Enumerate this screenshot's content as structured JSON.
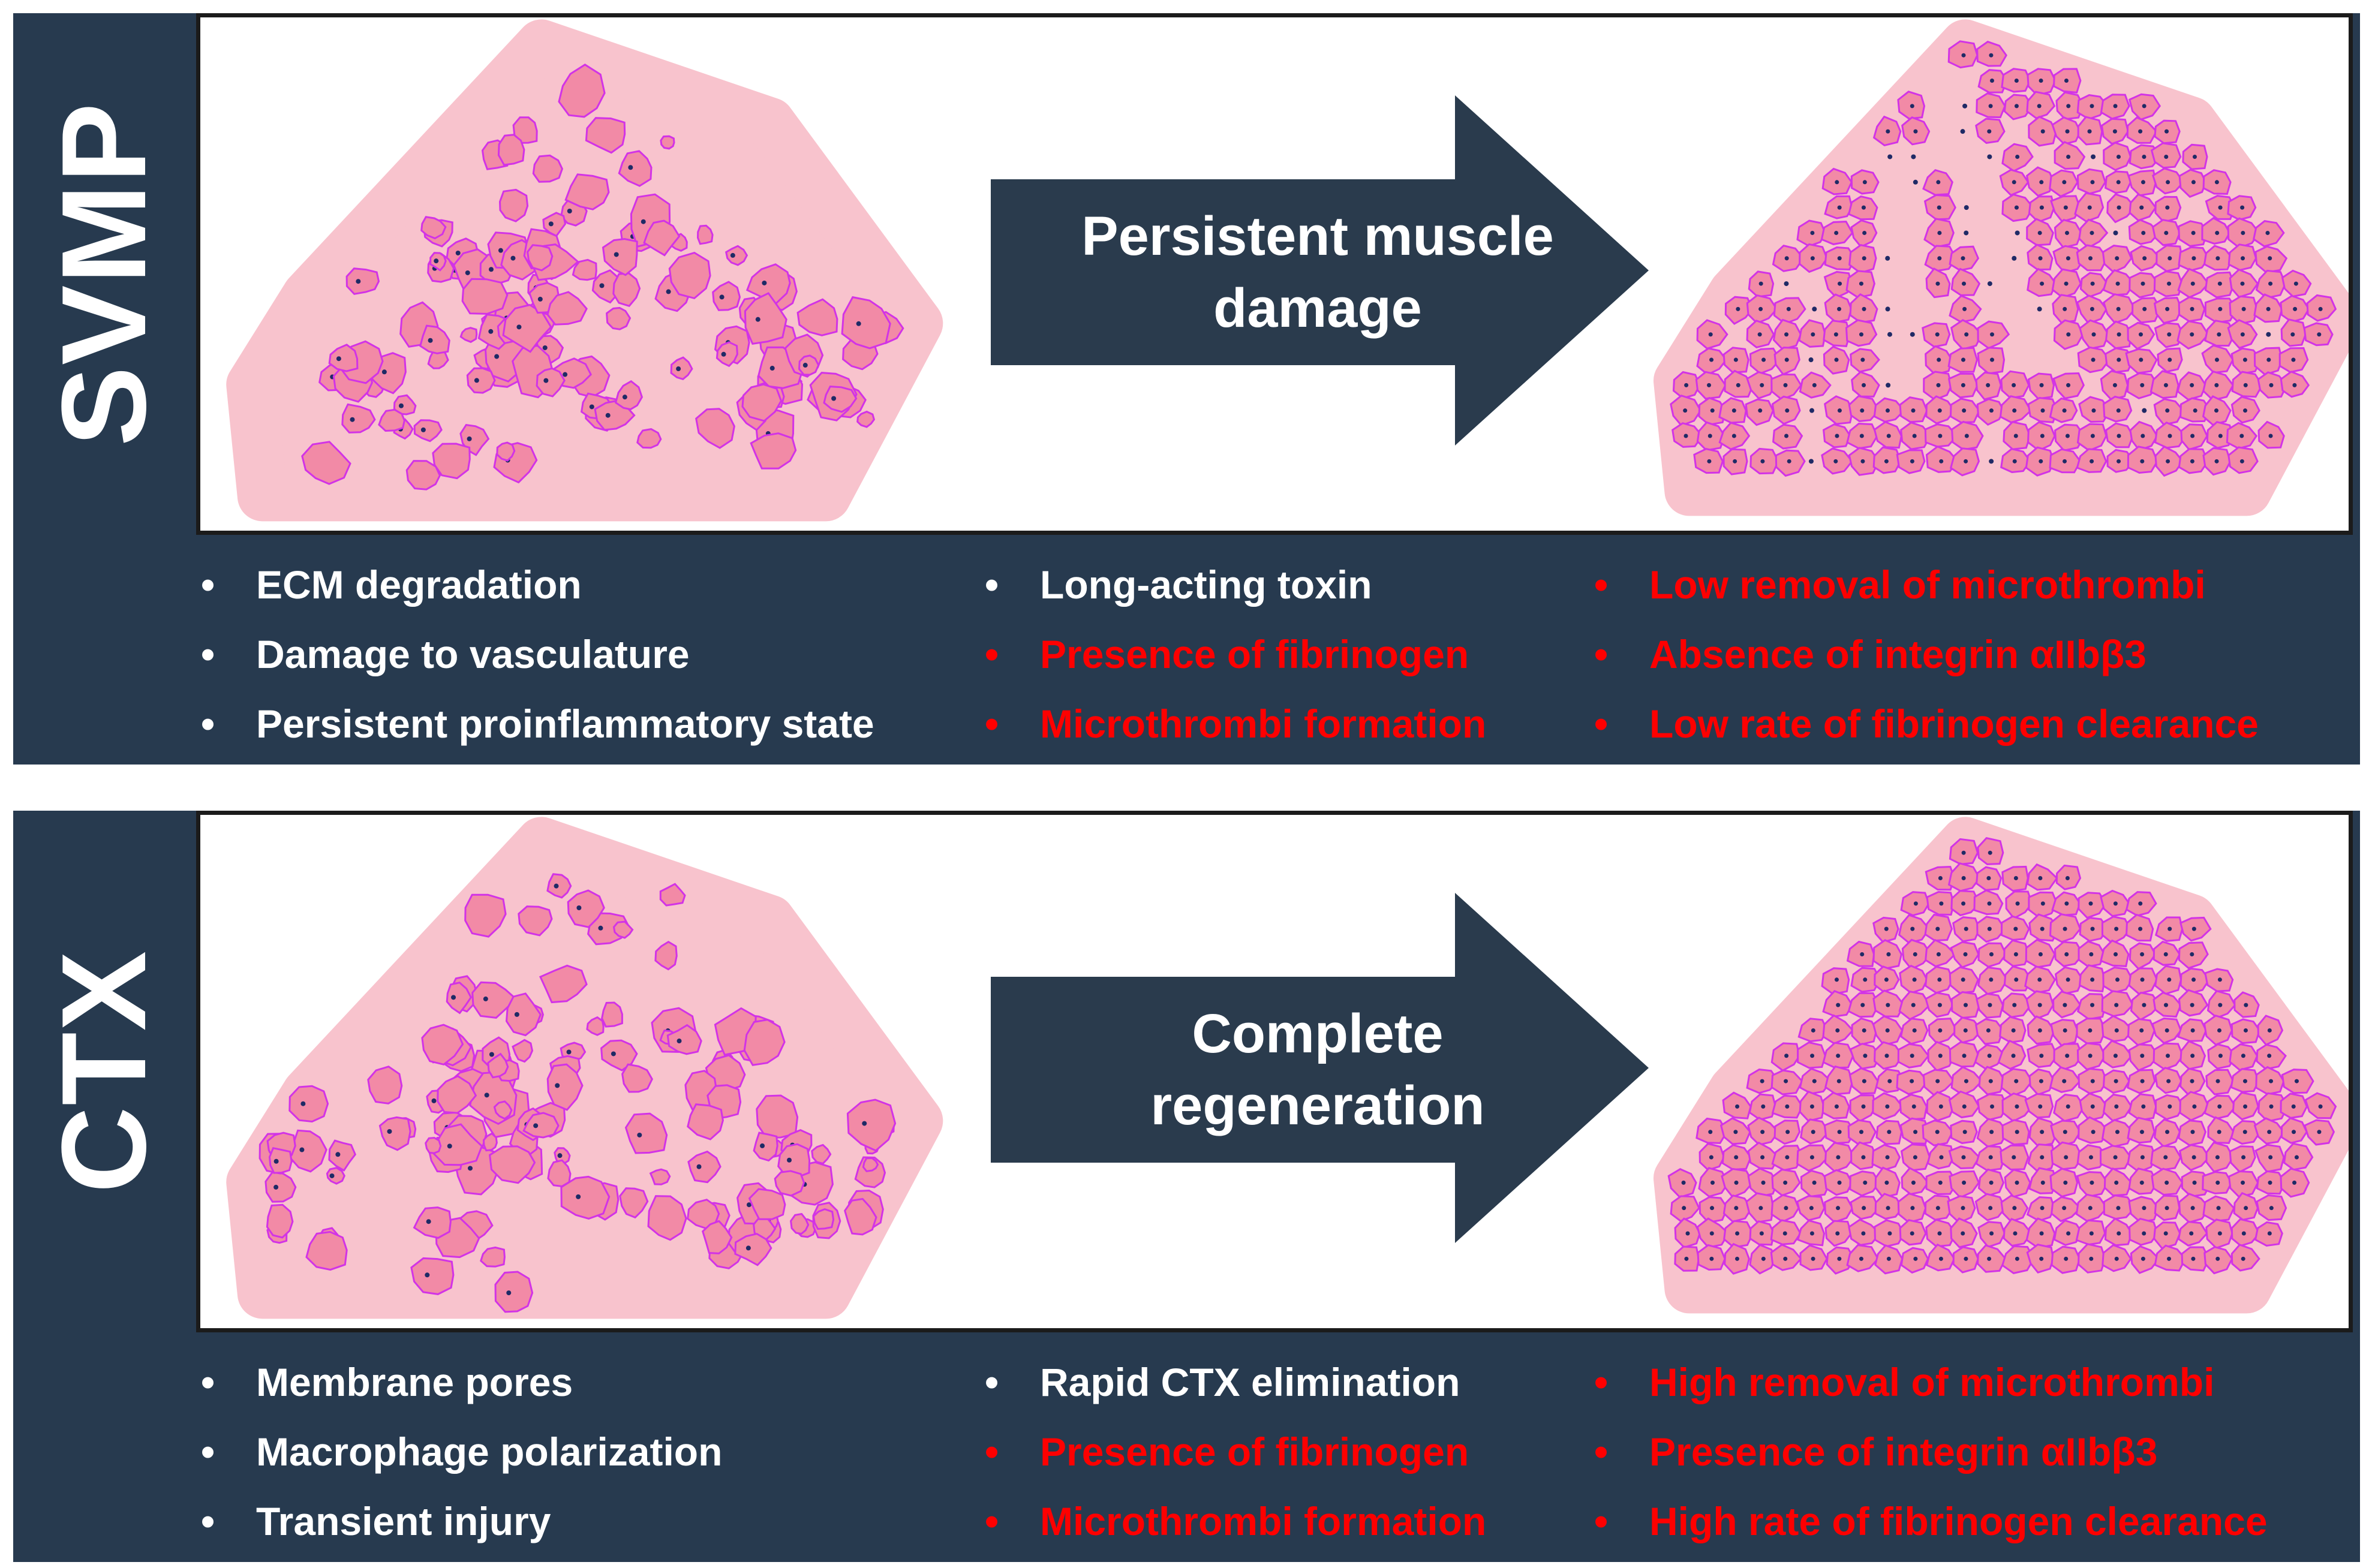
{
  "colors": {
    "panel": "#273a4f",
    "arrow": "#2a3b4d",
    "tissue": "#f8c3cd",
    "fiber_fill": "#f28aa6",
    "fiber_outline": "#d233e6",
    "nucleus": "#1f2a66",
    "normal_text": "#ffffff",
    "highlight_text": "#ff0000"
  },
  "panels": [
    {
      "id": "svmp",
      "label": "SVMP",
      "arrow_lines": [
        "Persistent muscle",
        "damage"
      ],
      "outcome": "damaged",
      "columns": [
        [
          {
            "text": "ECM degradation",
            "color": "white"
          },
          {
            "text": "Damage to vasculature",
            "color": "white"
          },
          {
            "text": "Persistent proinflammatory state",
            "color": "white"
          }
        ],
        [
          {
            "text": "Long-acting toxin",
            "color": "white"
          },
          {
            "text": "Presence of fibrinogen",
            "color": "red"
          },
          {
            "text": "Microthrombi formation",
            "color": "red"
          }
        ],
        [
          {
            "text": "Low removal of microthrombi",
            "color": "red"
          },
          {
            "text": "Absence of integrin αIIbβ3",
            "color": "red"
          },
          {
            "text": "Low rate of fibrinogen clearance",
            "color": "red"
          }
        ]
      ]
    },
    {
      "id": "ctx",
      "label": "CTX",
      "arrow_lines": [
        "Complete",
        "regeneration"
      ],
      "outcome": "regenerated",
      "columns": [
        [
          {
            "text": "Membrane pores",
            "color": "white"
          },
          {
            "text": "Macrophage polarization",
            "color": "white"
          },
          {
            "text": "Transient injury",
            "color": "white"
          }
        ],
        [
          {
            "text": "Rapid CTX elimination",
            "color": "white"
          },
          {
            "text": "Presence of fibrinogen",
            "color": "red"
          },
          {
            "text": "Microthrombi formation",
            "color": "red"
          }
        ],
        [
          {
            "text": "High removal of microthrombi",
            "color": "red"
          },
          {
            "text": "Presence of integrin αIIbβ3",
            "color": "red"
          },
          {
            "text": "High rate of fibrinogen clearance",
            "color": "red"
          }
        ]
      ]
    }
  ]
}
